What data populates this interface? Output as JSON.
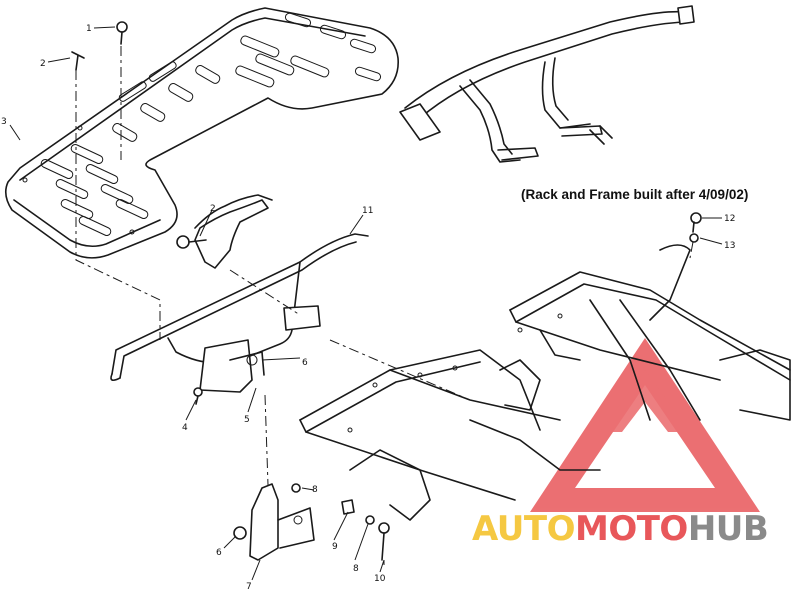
{
  "caption": "(Rack and Frame built after 4/09/02)",
  "callouts": [
    "1",
    "2",
    "3",
    "2",
    "11",
    "12",
    "13",
    "6",
    "4",
    "5",
    "8",
    "9",
    "8",
    "10",
    "6",
    "7"
  ],
  "watermark": {
    "part1": "AUTO",
    "part2": "MOTO",
    "part3": "HUB",
    "colors": {
      "triangle": "#e8575a",
      "auto": "#f5c842",
      "moto": "#e8575a",
      "hub": "#8a8a8a"
    }
  }
}
